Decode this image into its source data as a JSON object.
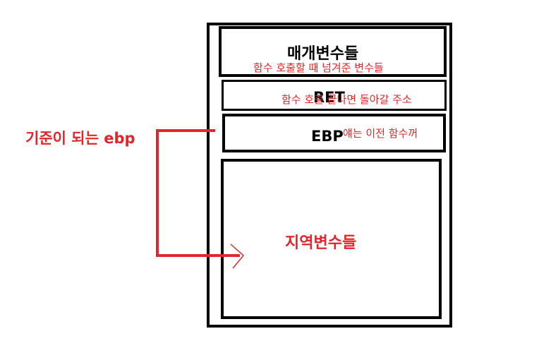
{
  "stack": {
    "params_title": "매개변수들",
    "params_note": "함수 호출할 때 넘겨준 변수들",
    "ret_title": "RET",
    "ret_note": "함수 호출 끝나면 돌아갈 주소",
    "ebp_title": "EBP",
    "ebp_note": "얘는 이전 함수꺼",
    "locals_title": "지역변수들"
  },
  "pointer": {
    "label": "기준이 되는 ebp"
  },
  "colors": {
    "ink": "#000000",
    "annotation": "#e0262a"
  }
}
